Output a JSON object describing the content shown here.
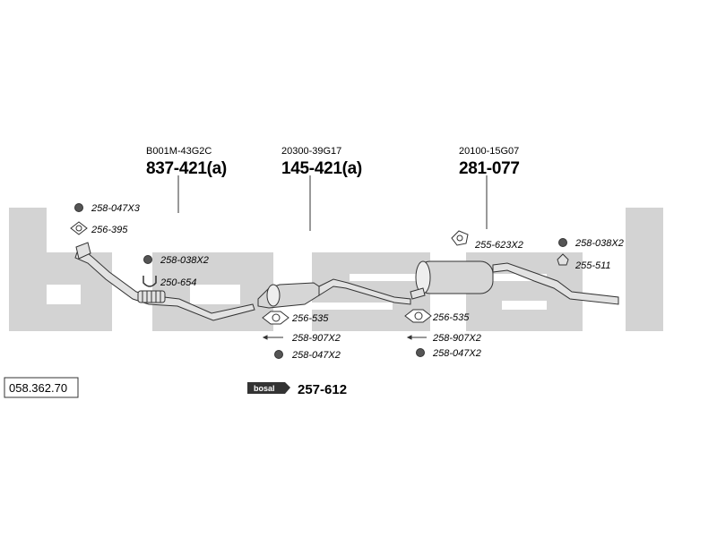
{
  "watermark": {
    "text": "bosal",
    "color": "#d3d3d3"
  },
  "ref_number": "058.362.70",
  "assemblies": [
    {
      "oem": "B001M-43G2C",
      "number": "837-421(a)"
    },
    {
      "oem": "20300-39G17",
      "number": "145-421(a)"
    },
    {
      "oem": "20100-15G07",
      "number": "281-077"
    }
  ],
  "parts": {
    "p1": "258-047X3",
    "p2": "256-395",
    "p3": "258-038X2",
    "p4": "250-654",
    "p5": "256-535",
    "p6": "258-907X2",
    "p7": "258-047X2",
    "p8": "255-623X2",
    "p9": "256-535",
    "p10": "258-907X2",
    "p11": "258-047X2",
    "p12": "258-038X2",
    "p13": "255-511"
  },
  "kit": {
    "brand": "bosal",
    "number": "257-612"
  },
  "colors": {
    "line": "#333333",
    "pipe_fill": "#e2e2e2",
    "muffler_fill": "#d6d6d6"
  }
}
